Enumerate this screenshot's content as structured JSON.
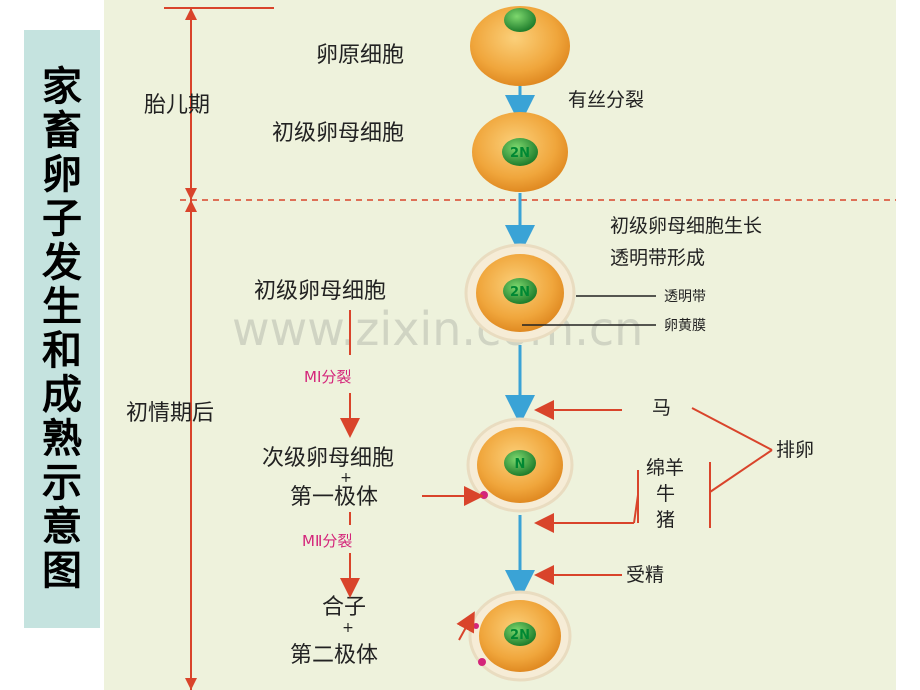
{
  "title_chars": [
    "家",
    "畜",
    "卵",
    "子",
    "发",
    "生",
    "和",
    "成",
    "熟",
    "示",
    "意",
    "图"
  ],
  "periods": {
    "fetal": "胎儿期",
    "post_puberty": "初情期后"
  },
  "cells": {
    "oogonium": "卵原细胞",
    "primary_oocyte_1": "初级卵母细胞",
    "primary_oocyte_2": "初级卵母细胞",
    "secondary_oocyte": "次级卵母细胞",
    "first_polar_body": "第一极体",
    "zygote": "合子",
    "second_polar_body": "第二极体",
    "plus": "+"
  },
  "nucleus": {
    "diploid": "2N",
    "haploid": "N"
  },
  "processes": {
    "mitosis": "有丝分裂",
    "growth_line1": "初级卵母细胞生长",
    "growth_line2": "透明带形成",
    "meiosis_1": "MⅠ分裂",
    "meiosis_2": "MⅡ分裂",
    "fertilization": "受精"
  },
  "structures": {
    "zona_pellucida": "透明带",
    "vitelline_membrane": "卵黄膜"
  },
  "ovulation": {
    "horse": "马",
    "group_line1": "绵羊",
    "group_line2": "牛",
    "group_line3": "猪",
    "label": "排卵"
  },
  "watermark": "www.zixin.com.cn",
  "colors": {
    "panel": "#c5e3df",
    "diagram_bg": "#eef2dc",
    "cell": "#f0a63c",
    "nucleus": "#2e9e3b",
    "arrow_blue": "#3aa3d6",
    "arrow_red": "#d9442b",
    "magenta": "#d4257a"
  }
}
